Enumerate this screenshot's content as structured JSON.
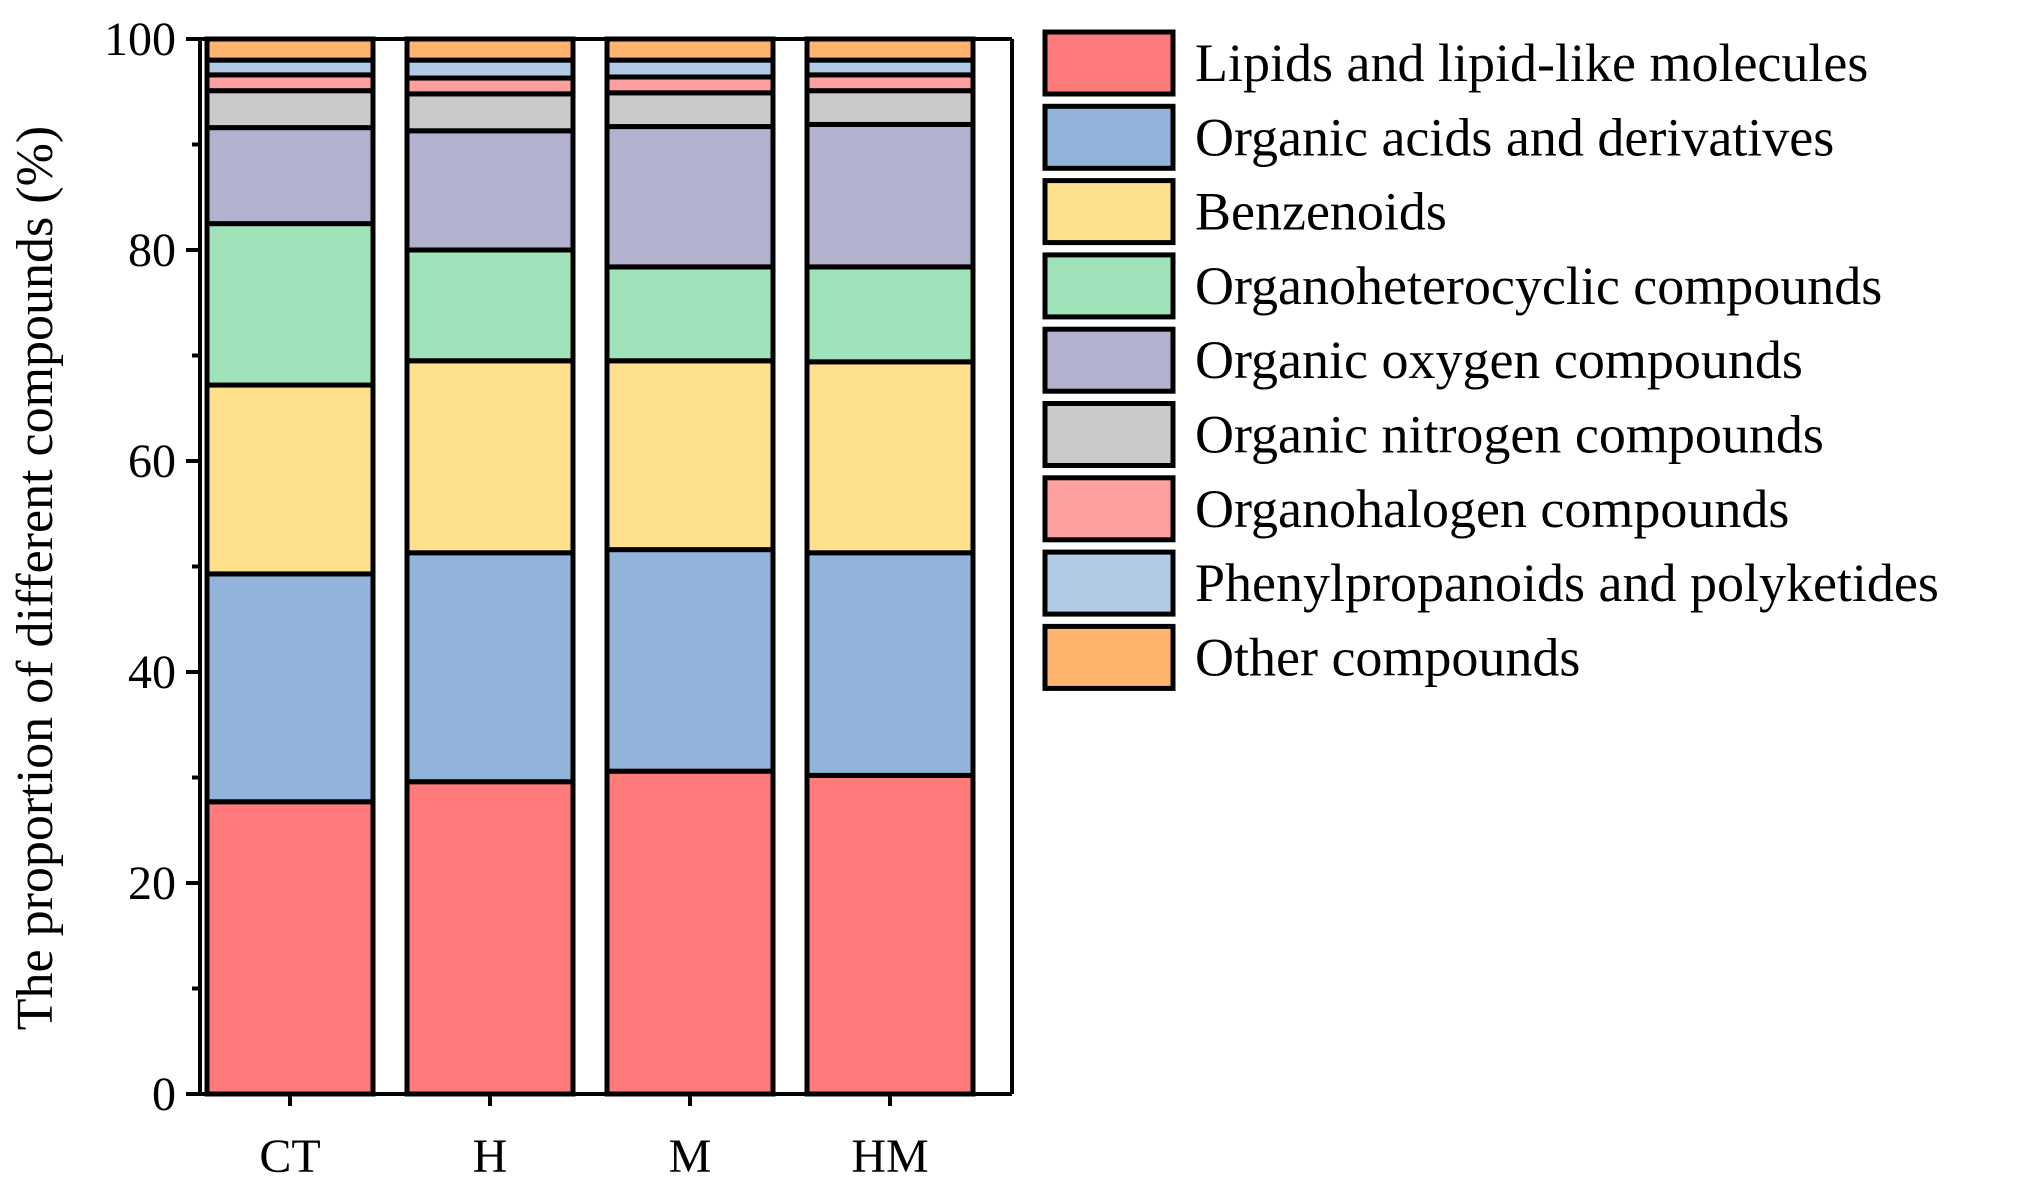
{
  "chart_data": {
    "type": "bar",
    "stacked": true,
    "percent": true,
    "categories": [
      "CT",
      "H",
      "M",
      "HM"
    ],
    "ylabel": "The proportion of different compounds (%)",
    "xlabel": "",
    "ylim": [
      0,
      100
    ],
    "yticks": [
      "0",
      "20",
      "40",
      "60",
      "80",
      "100"
    ],
    "legend_position": "right",
    "grid": false,
    "series": [
      {
        "name": "Lipids and lipid-like molecules",
        "color": "#FF7B7B",
        "values": [
          27.7,
          29.6,
          30.6,
          30.2
        ]
      },
      {
        "name": "Organic acids and derivatives",
        "color": "#92B4DA",
        "values": [
          21.6,
          21.7,
          21.0,
          21.1
        ]
      },
      {
        "name": "Benzenoids",
        "color": "#FFE08C",
        "values": [
          17.9,
          18.2,
          17.9,
          18.1
        ]
      },
      {
        "name": "Organoheterocyclic compounds",
        "color": "#A0E2B9",
        "values": [
          15.3,
          10.5,
          8.9,
          9.0
        ]
      },
      {
        "name": "Organic oxygen compounds",
        "color": "#B2B1CE",
        "values": [
          9.1,
          11.3,
          13.3,
          13.5
        ]
      },
      {
        "name": "Organic nitrogen compounds",
        "color": "#CACACA",
        "values": [
          3.5,
          3.5,
          3.2,
          3.2
        ]
      },
      {
        "name": "Organohalogen compounds",
        "color": "#FFA0A0",
        "values": [
          1.5,
          1.5,
          1.5,
          1.5
        ]
      },
      {
        "name": "Phenylpropanoids and polyketides",
        "color": "#B1CBE6",
        "values": [
          1.4,
          1.7,
          1.6,
          1.4
        ]
      },
      {
        "name": "Other compounds",
        "color": "#FFB46E",
        "values": [
          2.0,
          2.0,
          2.0,
          2.0
        ]
      }
    ]
  }
}
